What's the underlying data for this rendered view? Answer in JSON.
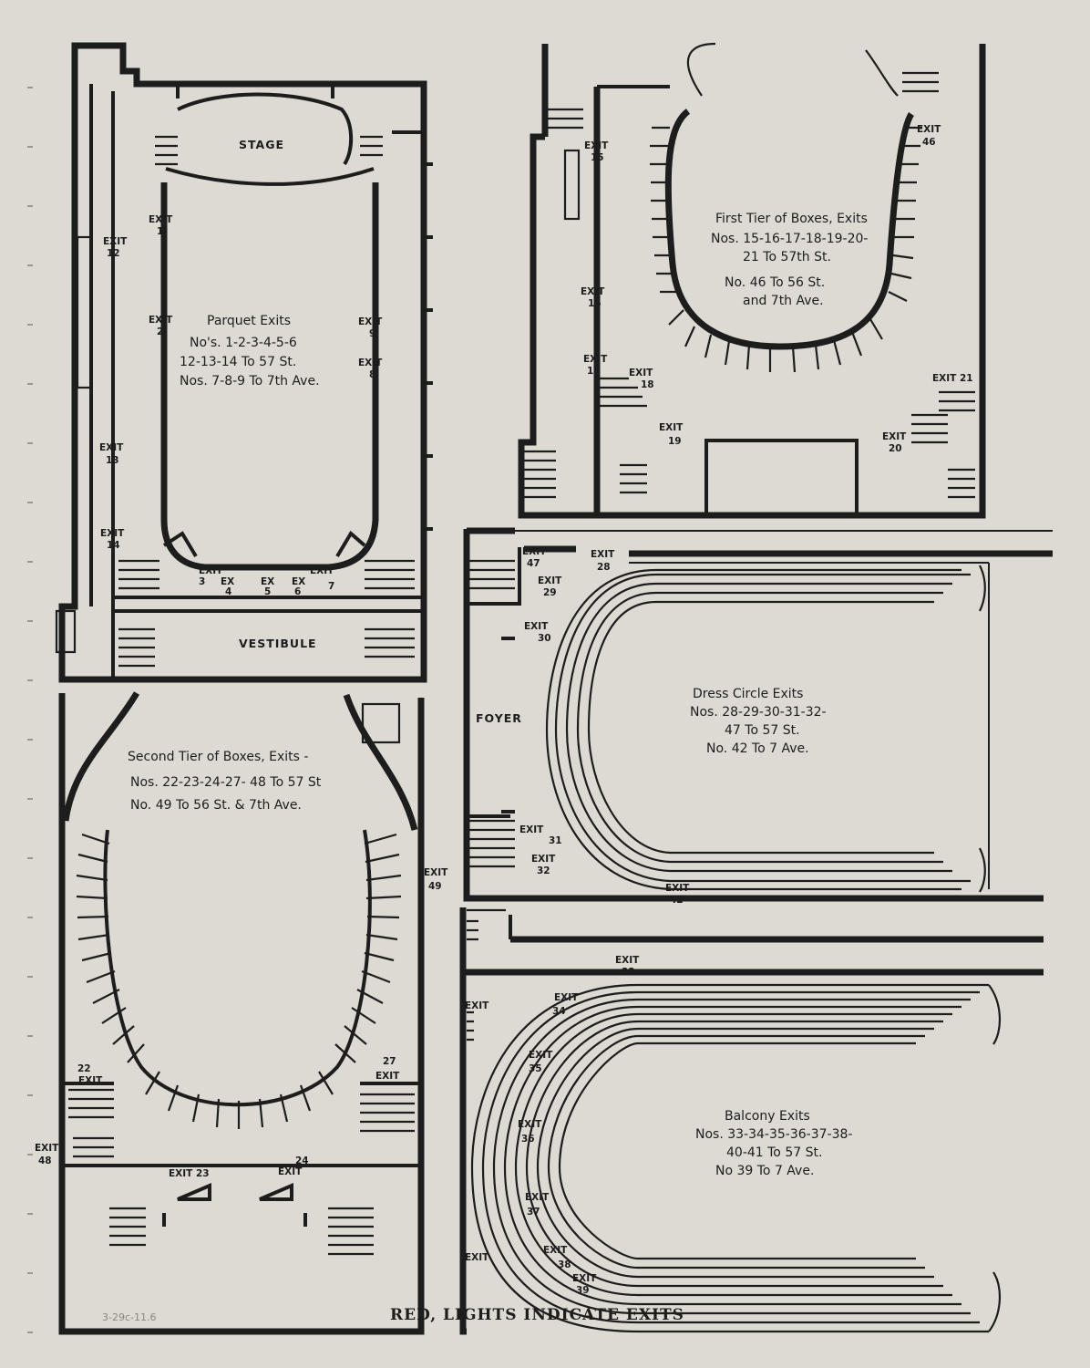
{
  "parquet": {
    "stage": "STAGE",
    "vestibule": "VESTIBULE",
    "title": "Parquet Exits",
    "line1": "No's. 1-2-3-4-5-6",
    "line2": "12-13-14 To 57 St.",
    "line3": "Nos. 7-8-9 To 7th Ave."
  },
  "first_tier": {
    "title": "First Tier of Boxes, Exits",
    "line1": "Nos. 15-16-17-18-19-20-",
    "line2": "21 To 57th St.",
    "line3": "No. 46 To 56 St.",
    "line4": "and 7th Ave."
  },
  "second_tier": {
    "title": "Second Tier of Boxes, Exits -",
    "line1": "Nos. 22-23-24-27- 48 To 57 St",
    "line2": "No. 49 To 56 St. & 7th Ave."
  },
  "dress_circle": {
    "foyer": "FOYER",
    "title": "Dress Circle Exits",
    "line1": "Nos. 28-29-30-31-32-",
    "line2": "47 To 57 St.",
    "line3": "No. 42 To 7 Ave."
  },
  "balcony": {
    "title": "Balcony Exits",
    "line1": "Nos. 33-34-35-36-37-38-",
    "line2": "40-41 To 57 St.",
    "line3": "No 39 To 7 Ave."
  },
  "exit_word": "EXIT",
  "ex_word": "EX",
  "exits": {
    "e1": "1",
    "e2": "2",
    "e3": "3",
    "e4": "4",
    "e5": "5",
    "e6": "6",
    "e7": "7",
    "e8": "8",
    "e9": "9",
    "e12": "12",
    "e13": "13",
    "e14": "14",
    "e15": "15",
    "e16": "16",
    "e17": "17",
    "e18": "18",
    "e19": "19",
    "e20": "20",
    "e21": "EXIT 21",
    "e46": "46",
    "e22": "22",
    "e23": "EXIT 23",
    "e24": "24",
    "e27": "27",
    "e48": "48",
    "e49": "49",
    "e28": "28",
    "e29": "29",
    "e30": "30",
    "e31": "31",
    "e32": "32",
    "e42": "42",
    "e47": "47",
    "e33": "33",
    "e34": "34",
    "e35": "35",
    "e36": "36",
    "e37": "37",
    "e38": "38",
    "e39": "39"
  },
  "footer": "RED, LIGHTS INDICATE EXITS",
  "pencil_note": "3-29c-11.6"
}
